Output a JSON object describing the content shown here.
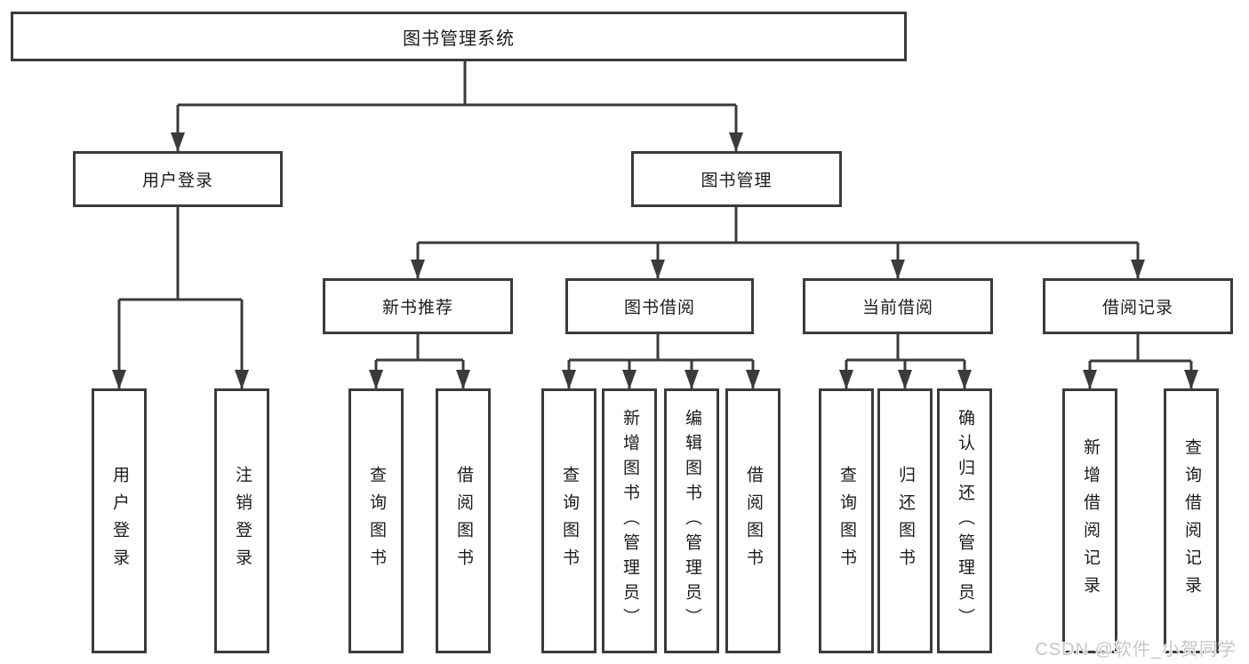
{
  "diagram": {
    "type": "tree",
    "root": {
      "label": "图书管理系统",
      "children": [
        {
          "label": "用户登录",
          "children": [
            {
              "label": "用户登录"
            },
            {
              "label": "注销登录"
            }
          ]
        },
        {
          "label": "图书管理",
          "children": [
            {
              "label": "新书推荐",
              "children": [
                {
                  "label": "查询图书"
                },
                {
                  "label": "借阅图书"
                }
              ]
            },
            {
              "label": "图书借阅",
              "children": [
                {
                  "label": "查询图书"
                },
                {
                  "label": "新增图书（管理员）"
                },
                {
                  "label": "编辑图书（管理员）"
                },
                {
                  "label": "借阅图书"
                }
              ]
            },
            {
              "label": "当前借阅",
              "children": [
                {
                  "label": "查询图书"
                },
                {
                  "label": "归还图书"
                },
                {
                  "label": "确认归还（管理员）"
                }
              ]
            },
            {
              "label": "借阅记录",
              "children": [
                {
                  "label": "新增借阅记录"
                },
                {
                  "label": "查询借阅记录"
                }
              ]
            }
          ]
        }
      ]
    }
  },
  "watermark": {
    "text": "CSDN @软件_小贺同学"
  },
  "colors": {
    "line": "#3b3b3d",
    "box_border": "#3b3b3d",
    "box_background": "#ffffff",
    "text": "#1c1c1e",
    "watermark": "#c7c7c9",
    "background": "#ffffff"
  }
}
